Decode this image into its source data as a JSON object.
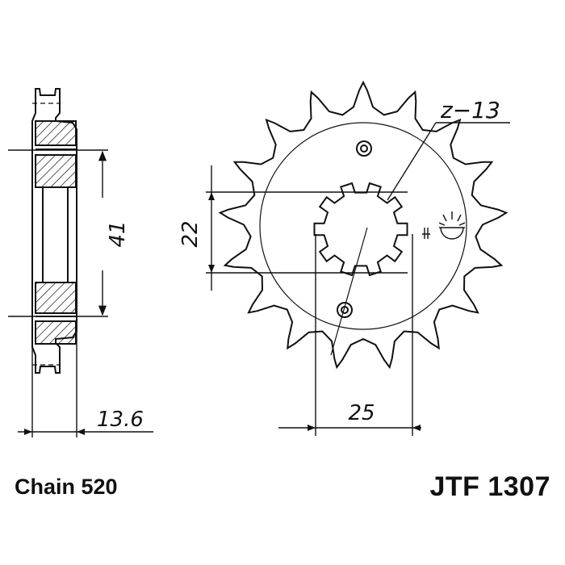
{
  "drawing": {
    "tooth_label": "z−13",
    "dimensions": {
      "outer_width": "41",
      "hub_height": "22",
      "bore_width": "25",
      "thickness": "13.6"
    }
  },
  "footer": {
    "chain": "Chain 520",
    "part_number": "JTF 1307"
  }
}
